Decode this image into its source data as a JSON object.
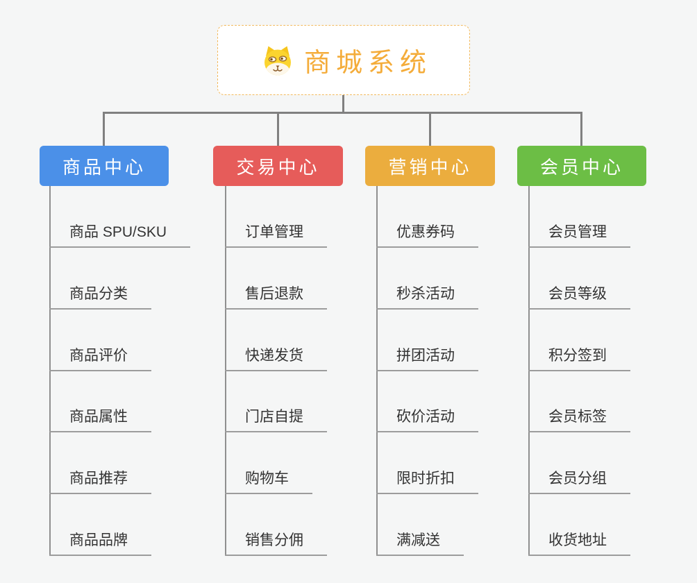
{
  "root": {
    "label": "商城系统",
    "icon": "dog-icon"
  },
  "branches": [
    {
      "label": "商品中心",
      "color": "#4B90E8",
      "children": [
        "商品 SPU/SKU",
        "商品分类",
        "商品评价",
        "商品属性",
        "商品推荐",
        "商品品牌"
      ]
    },
    {
      "label": "交易中心",
      "color": "#E65C5A",
      "children": [
        "订单管理",
        "售后退款",
        "快递发货",
        "门店自提",
        "购物车",
        "销售分佣"
      ]
    },
    {
      "label": "营销中心",
      "color": "#EBAD3E",
      "children": [
        "优惠券码",
        "秒杀活动",
        "拼团活动",
        "砍价活动",
        "限时折扣",
        "满减送"
      ]
    },
    {
      "label": "会员中心",
      "color": "#6CBE45",
      "children": [
        "会员管理",
        "会员等级",
        "积分签到",
        "会员标签",
        "会员分组",
        "收货地址"
      ]
    }
  ],
  "colors": {
    "root_text": "#F4AC3A",
    "root_border": "#F2B95C",
    "connector": "#808080",
    "leaf_line": "#9C9C9C",
    "leaf_text": "#333333",
    "background": "#F5F6F6"
  }
}
